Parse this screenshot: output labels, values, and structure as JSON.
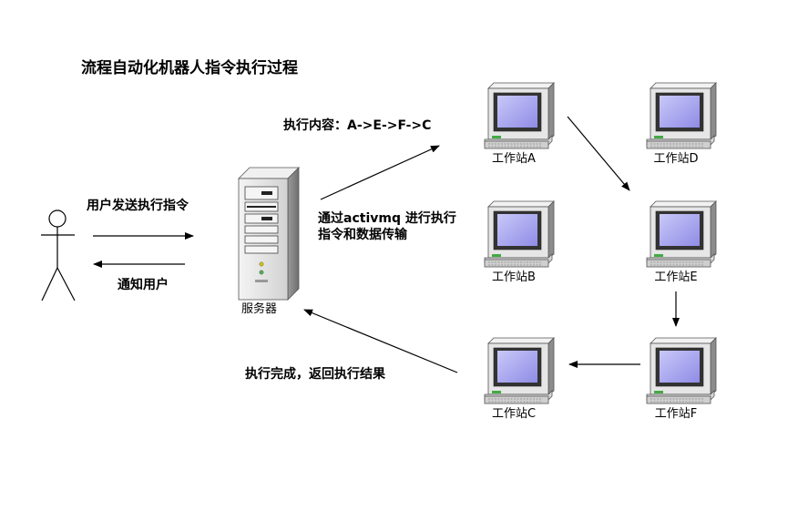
{
  "title": "流程自动化机器人指令执行过程",
  "labels": {
    "user_send": "用户发送执行指令",
    "notify_user": "通知用户",
    "exec_content": "执行内容：A->E->F->C",
    "via_mq_line1": "通过activmq 进行执行",
    "via_mq_line2": "指令和数据传输",
    "done_return": "执行完成，返回执行结果"
  },
  "server": {
    "label": "服务器"
  },
  "workstations": {
    "A": "工作站A",
    "B": "工作站B",
    "C": "工作站C",
    "D": "工作站D",
    "E": "工作站E",
    "F": "工作站F"
  },
  "colors": {
    "screen": "#a7a5f0",
    "monitor_body": "#e8e8e8",
    "server_body": "#e4e4e4",
    "line": "#000000"
  }
}
